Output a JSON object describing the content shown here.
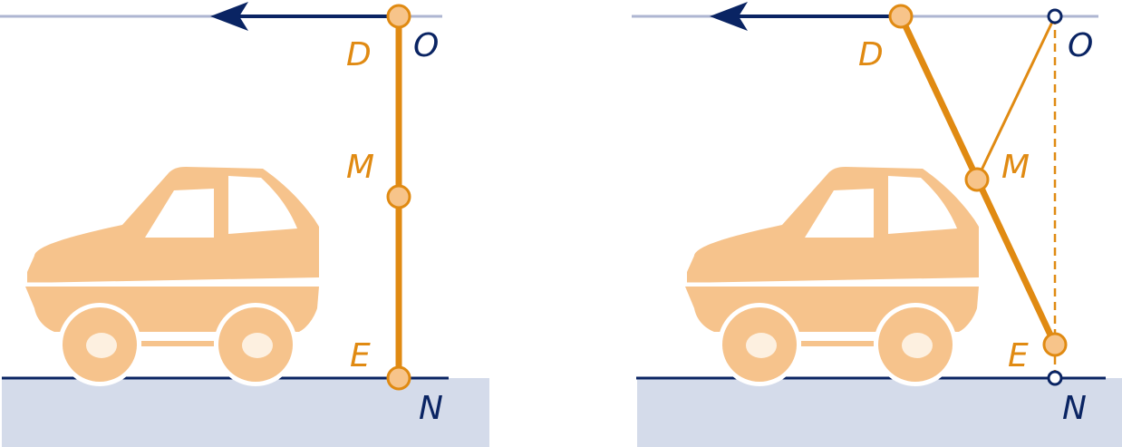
{
  "colors": {
    "orange": "#E08A12",
    "orange_fill": "#F7C48A",
    "car": "#F6C38C",
    "navy": "#0A2463",
    "rail": "#AEB6D2",
    "ground": "#D4DBEA"
  },
  "panel_left": {
    "labels": {
      "D": "D",
      "O": "O",
      "M": "M",
      "E": "E",
      "N": "N"
    }
  },
  "panel_right": {
    "labels": {
      "D": "D",
      "O": "O",
      "M": "M",
      "E": "E",
      "N": "N"
    }
  },
  "icons": {
    "car": "car-icon",
    "arrow": "arrow-left-icon"
  }
}
